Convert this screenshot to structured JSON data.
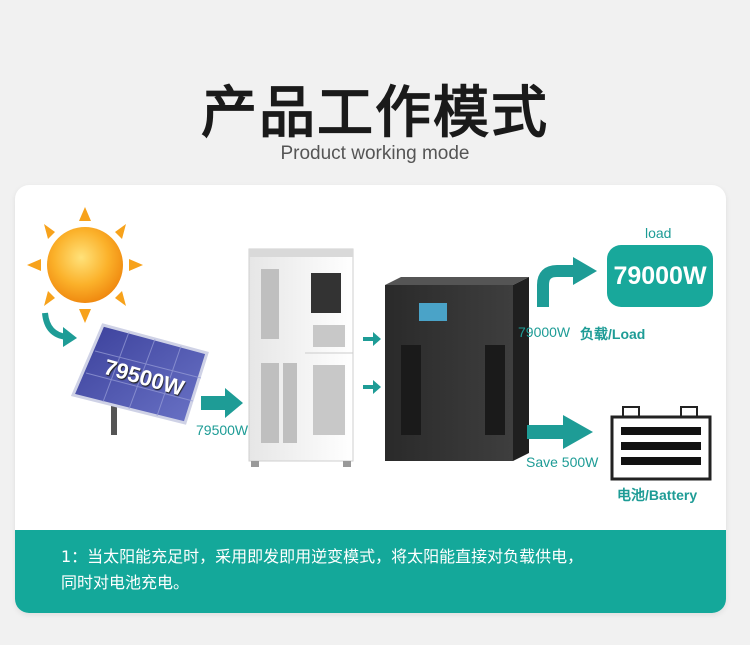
{
  "header": {
    "title": "产品工作模式",
    "subtitle": "Product working mode"
  },
  "diagram": {
    "panel_power": "79500W",
    "panel_output_label": "79500W",
    "load_title": "load",
    "load_value": "79000W",
    "load_output_value": "79000W",
    "load_output_label": "负载/Load",
    "save_label": "Save 500W",
    "battery_label": "电池/Battery"
  },
  "caption": {
    "line1": "1：当太阳能充足时，采用即发即用逆变模式，将太阳能直接对负载供电，",
    "line2": "同时对电池充电。"
  },
  "colors": {
    "accent": "#14a89a",
    "title": "#1a1a1a",
    "sun": "#f7a21b"
  }
}
